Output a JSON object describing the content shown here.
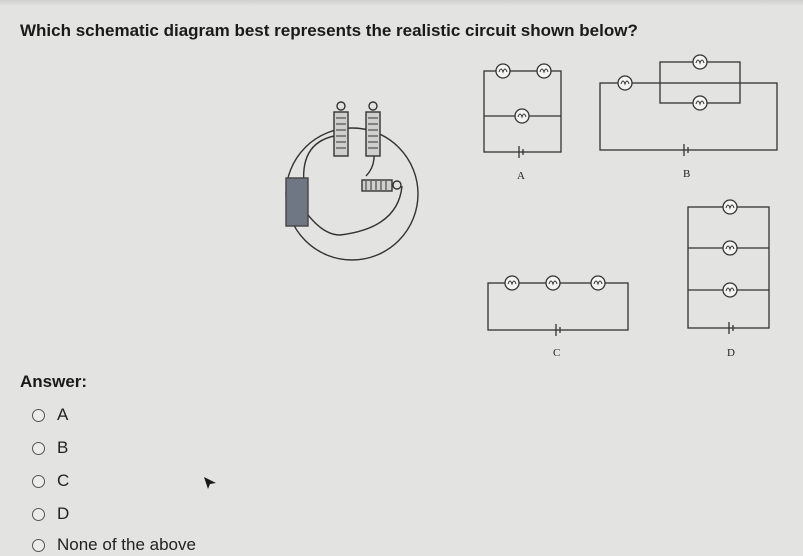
{
  "question": {
    "text": "Which schematic diagram best represents the realistic circuit shown below?"
  },
  "figure": {
    "diagram_labels": [
      "A",
      "B",
      "C",
      "D"
    ]
  },
  "answer": {
    "heading": "Answer:",
    "options": [
      {
        "label": "A"
      },
      {
        "label": "B"
      },
      {
        "label": "C"
      },
      {
        "label": "D"
      },
      {
        "label": "None of the above"
      }
    ]
  }
}
